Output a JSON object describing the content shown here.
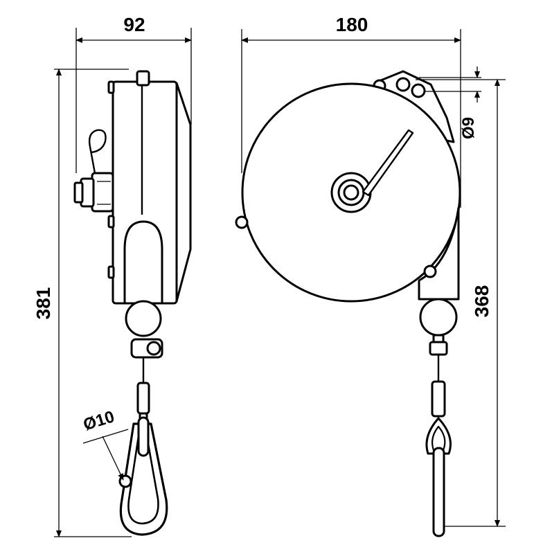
{
  "dimensions": {
    "side_width": "92",
    "front_width": "180",
    "side_height": "381",
    "front_height": "368",
    "hook_diameter": "Ø10",
    "hole_diameter": "Ø9"
  },
  "colors": {
    "line": "#000000",
    "background": "#ffffff"
  }
}
